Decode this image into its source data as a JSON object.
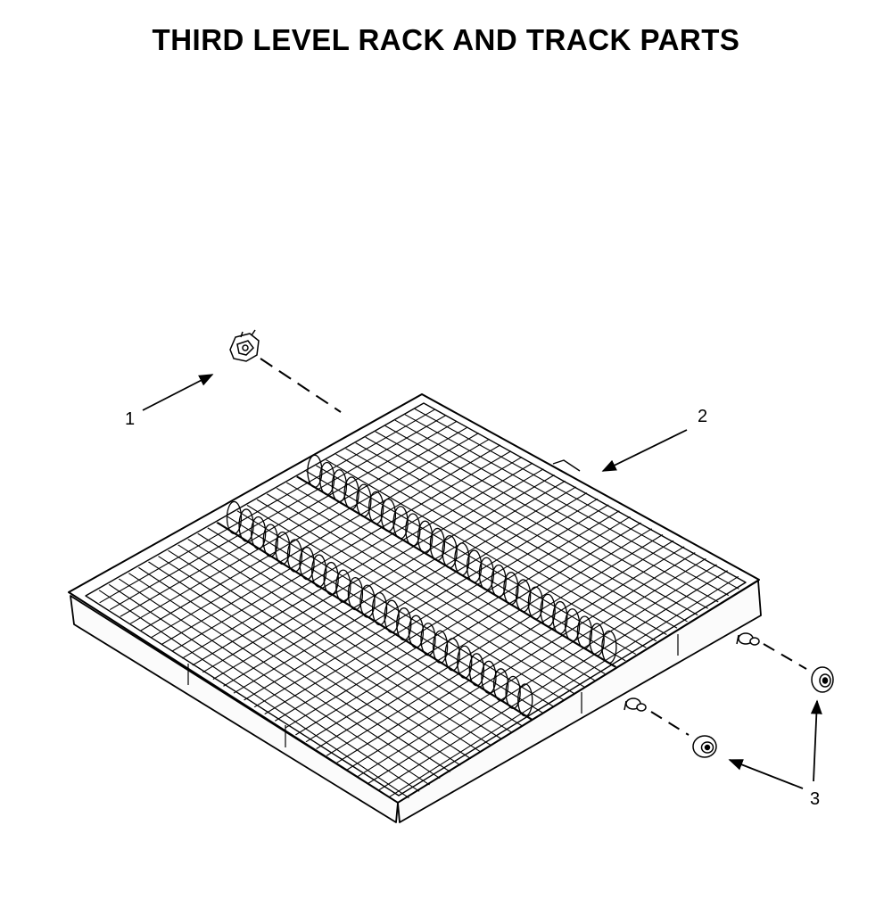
{
  "title": "THIRD LEVEL RACK AND TRACK PARTS",
  "callouts": [
    {
      "id": "1",
      "label": "1"
    },
    {
      "id": "2",
      "label": "2"
    },
    {
      "id": "3",
      "label": "3"
    }
  ],
  "colors": {
    "ink": "#000000",
    "background": "#ffffff"
  }
}
